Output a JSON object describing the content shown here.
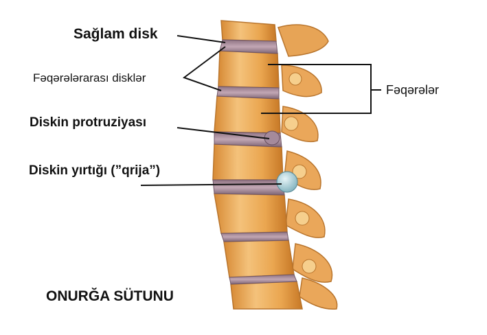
{
  "labels": {
    "healthy_disc": "Sağlam disk",
    "intervertebral_discs": "Fəqərələrarası disklər",
    "vertebrae": "Fəqərələr",
    "disc_protrusion": "Diskin protruziyası",
    "disc_herniation": "Diskin yırtığı (”qrija”)",
    "title": "ONURĞA SÜTUNU"
  },
  "colors": {
    "vertebra_body": "#e9a24a",
    "vertebra_light": "#f6cf8d",
    "vertebra_shadow": "#c97a2a",
    "disc": "#a98a9a",
    "disc_dark": "#7d6474",
    "hernia": "#9fc6cf",
    "line": "#111111"
  }
}
